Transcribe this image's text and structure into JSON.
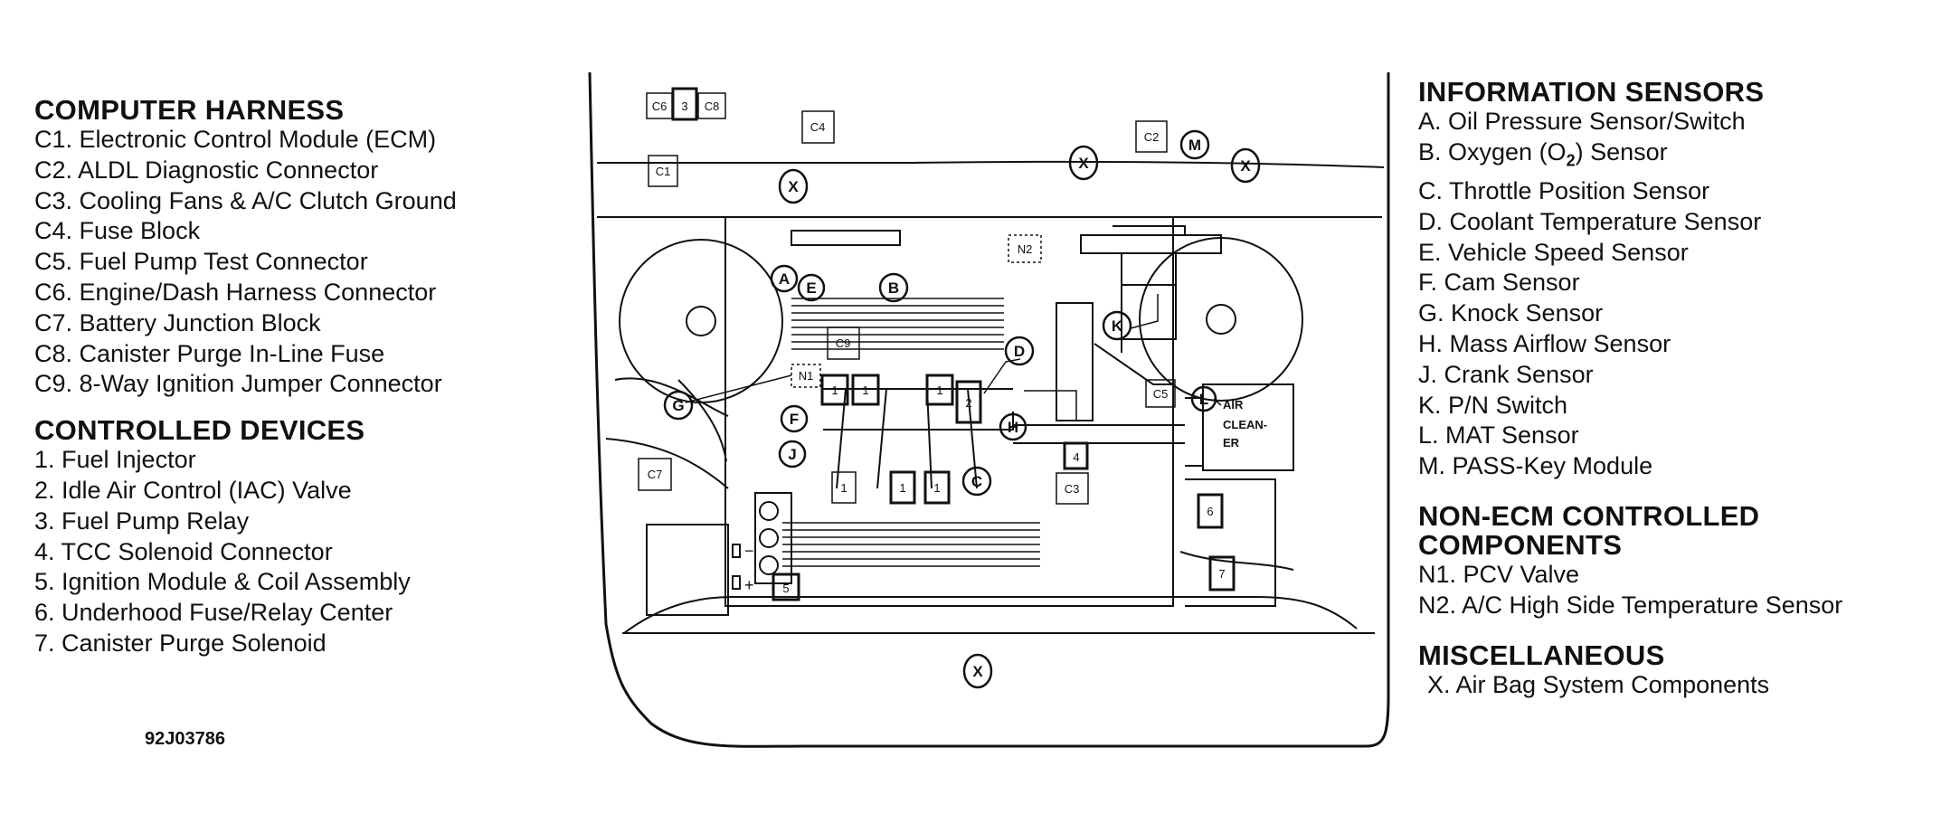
{
  "left": {
    "computer_harness": {
      "title": "COMPUTER HARNESS",
      "items": [
        "C1. Electronic Control Module (ECM)",
        "C2. ALDL Diagnostic Connector",
        "C3. Cooling Fans & A/C Clutch Ground",
        "C4. Fuse Block",
        "C5. Fuel Pump Test Connector",
        "C6. Engine/Dash Harness Connector",
        "C7. Battery Junction Block",
        "C8. Canister Purge In-Line Fuse",
        "C9. 8-Way Ignition Jumper Connector"
      ]
    },
    "controlled_devices": {
      "title": "CONTROLLED DEVICES",
      "items": [
        "1. Fuel Injector",
        "2. Idle Air Control (IAC) Valve",
        "3. Fuel Pump Relay",
        "4. TCC Solenoid Connector",
        "5. Ignition Module & Coil Assembly",
        "6. Underhood Fuse/Relay Center",
        "7. Canister Purge Solenoid"
      ]
    },
    "figure_code": "92J03786"
  },
  "right": {
    "information_sensors": {
      "title": "INFORMATION SENSORS",
      "items": [
        "A. Oil Pressure Sensor/Switch",
        "C. Throttle Position Sensor",
        "D. Coolant Temperature Sensor",
        "E. Vehicle Speed Sensor",
        "F. Cam Sensor",
        "G. Knock Sensor",
        "H. Mass Airflow Sensor",
        "J. Crank Sensor",
        "K. P/N Switch",
        "L. MAT Sensor",
        "M. PASS-Key Module"
      ],
      "oxygen_item": {
        "prefix": "B. Oxygen (O",
        "sub": "2",
        "suffix": ") Sensor"
      }
    },
    "non_ecm": {
      "title_line1": "NON-ECM CONTROLLED",
      "title_line2": "COMPONENTS",
      "items": [
        "N1. PCV Valve",
        "N2. A/C High Side Temperature Sensor"
      ]
    },
    "miscellaneous": {
      "title": "MISCELLANEOUS",
      "items": [
        "X. Air Bag System Components"
      ]
    }
  },
  "diagram": {
    "box_labels": {
      "c1": "C1",
      "c2": "C2",
      "c3": "C3",
      "c4": "C4",
      "c5": "C5",
      "c6": "C6",
      "c7": "C7",
      "c8": "C8",
      "c9": "C9",
      "n1": "N1",
      "n2": "N2",
      "d1": "1",
      "d2": "2",
      "d3": "3",
      "d4": "4",
      "d5": "5",
      "d6": "6",
      "d7": "7"
    },
    "circle_labels": {
      "a": "A",
      "b": "B",
      "c": "C",
      "d": "D",
      "e": "E",
      "f": "F",
      "g": "G",
      "h": "H",
      "j": "J",
      "k": "K",
      "l": "L",
      "m": "M",
      "x": "X"
    },
    "air_cleaner": [
      "AIR",
      "CLEAN-",
      "ER"
    ],
    "battery_minus": "−",
    "battery_plus": "+"
  }
}
